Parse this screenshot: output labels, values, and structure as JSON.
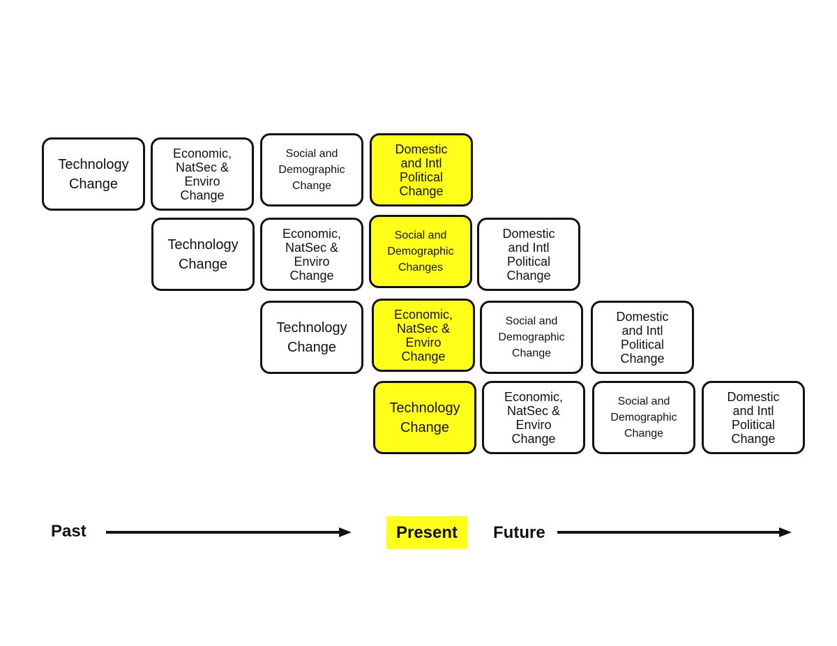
{
  "colors": {
    "highlight": "#ffff1a",
    "border": "#111111",
    "text": "#111111"
  },
  "rows": [
    {
      "boxes": [
        {
          "kind": "tech",
          "label": "Technology\nChange",
          "highlight": false
        },
        {
          "kind": "econ",
          "label": "Economic,\nNatSec &\nEnviro\nChange",
          "highlight": false
        },
        {
          "kind": "social",
          "label": "Social and\nDemographic\nChange",
          "highlight": false
        },
        {
          "kind": "dom",
          "label": "Domestic\nand Intl\nPolitical\nChange",
          "highlight": true
        }
      ]
    },
    {
      "boxes": [
        {
          "kind": "tech",
          "label": "Technology\nChange",
          "highlight": false
        },
        {
          "kind": "econ",
          "label": "Economic,\nNatSec &\nEnviro\nChange",
          "highlight": false
        },
        {
          "kind": "social",
          "label": "Social and\nDemographic\nChanges",
          "highlight": true
        },
        {
          "kind": "dom",
          "label": "Domestic\nand Intl\nPolitical\nChange",
          "highlight": false
        }
      ]
    },
    {
      "boxes": [
        {
          "kind": "tech",
          "label": "Technology\nChange",
          "highlight": false
        },
        {
          "kind": "econ",
          "label": "Economic,\nNatSec  &\nEnviro\nChange",
          "highlight": true
        },
        {
          "kind": "social",
          "label": "Social and\nDemographic\nChange",
          "highlight": false
        },
        {
          "kind": "dom",
          "label": "Domestic\nand Intl\nPolitical\nChange",
          "highlight": false
        }
      ]
    },
    {
      "boxes": [
        {
          "kind": "tech",
          "label": "Technology\nChange",
          "highlight": true
        },
        {
          "kind": "econ",
          "label": "Economic,\nNatSec &\nEnviro\nChange",
          "highlight": false
        },
        {
          "kind": "social",
          "label": "Social and\nDemographic\nChange",
          "highlight": false
        },
        {
          "kind": "dom",
          "label": "Domestic\nand Intl\nPolitical\nChange",
          "highlight": false
        }
      ]
    }
  ],
  "timeline": {
    "past": "Past",
    "present": "Present",
    "future": "Future"
  }
}
